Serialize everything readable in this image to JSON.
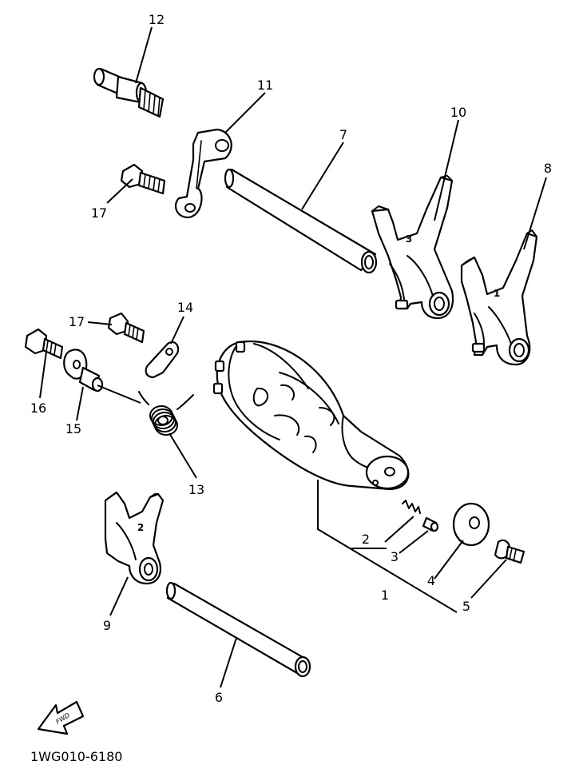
{
  "diagram": {
    "drawing_code": "1WG010-6180",
    "direction_mark": "FWD",
    "callouts": {
      "c1": "1",
      "c2": "2",
      "c3": "3",
      "c4": "4",
      "c5": "5",
      "c6": "6",
      "c7": "7",
      "c8": "8",
      "c9": "9",
      "c10": "10",
      "c11": "11",
      "c12": "12",
      "c13": "13",
      "c14": "14",
      "c15": "15",
      "c16": "16",
      "c17a": "17",
      "c17b": "17"
    },
    "fork_marks": {
      "fork10": "3",
      "fork8": "1",
      "fork9": "2"
    }
  }
}
